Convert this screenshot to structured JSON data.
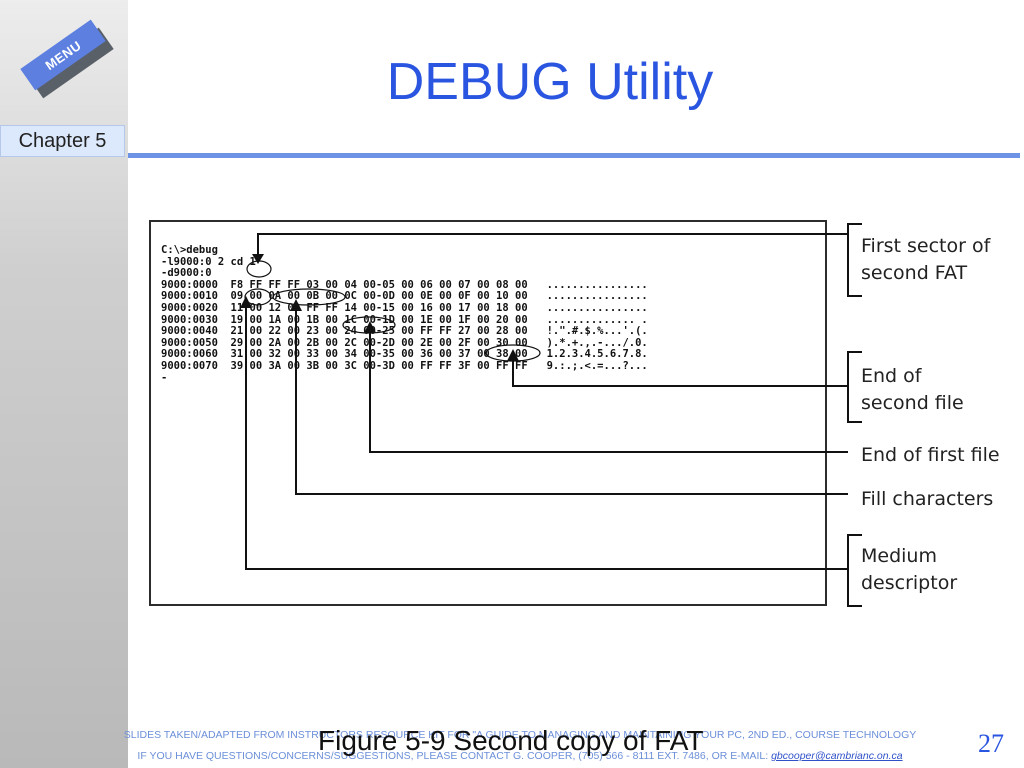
{
  "slide": {
    "title": "DEBUG Utility",
    "menu_label": "MENU",
    "chapter_label": "Chapter 5",
    "page_number": "27",
    "caption": "Figure 5-9  Second copy of FAT"
  },
  "figure": {
    "dump_lines": [
      "C:\\>debug",
      "-l9000:0 2 cd 1",
      "-d9000:0",
      "9000:0000  F8 FF FF FF 03 00 04 00-05 00 06 00 07 00 08 00   ................",
      "9000:0010  09 00 0A 00 0B 00 0C 00-0D 00 0E 00 0F 00 10 00   ................",
      "9000:0020  11 00 12 00 FF FF 14 00-15 00 16 00 17 00 18 00   ................",
      "9000:0030  19 00 1A 00 1B 00 1C 00-1D 00 1E 00 1F 00 20 00   .............. .",
      "9000:0040  21 00 22 00 23 00 24 00-25 00 FF FF 27 00 28 00   !.\".#.$.%...'.(.",
      "9000:0050  29 00 2A 00 2B 00 2C 00-2D 00 2E 00 2F 00 30 00   ).*.+.,.-.../.0.",
      "9000:0060  31 00 32 00 33 00 34 00-35 00 36 00 37 00 38 00   1.2.3.4.5.6.7.8.",
      "9000:0070  39 00 3A 00 3B 00 3C 00-3D 00 FF FF 3F 00 FF FF   9.:.;.<.=...?...",
      "-"
    ],
    "labels": {
      "first_sector": "First sector of\nsecond FAT",
      "end_second_file": "End of\nsecond file",
      "end_first_file": "End of first file",
      "fill_characters": "Fill characters",
      "medium_descriptor": "Medium\ndescriptor"
    }
  },
  "footer": {
    "line1": "SLIDES TAKEN/ADAPTED FROM INSTRUCTORS RESOURCE KIT FOR \"A GUIDE TO MANAGING AND MAINTAINING YOUR PC, 2ND ED., COURSE TECHNOLOGY",
    "line2": "IF YOU HAVE QUESTIONS/CONCERNS/SUGGESTIONS, PLEASE CONTACT G. COOPER, (705) 566 - 8111 EXT. 7486, OR E-MAIL:",
    "email": "gbcooper@cambrianc.on.ca"
  },
  "colors": {
    "title": "#2a55e0",
    "rule": "#6d93e7",
    "menu": "#5c7fe0",
    "chapter_bg": "#dce8fb",
    "footer_text": "#6b8fd9"
  }
}
